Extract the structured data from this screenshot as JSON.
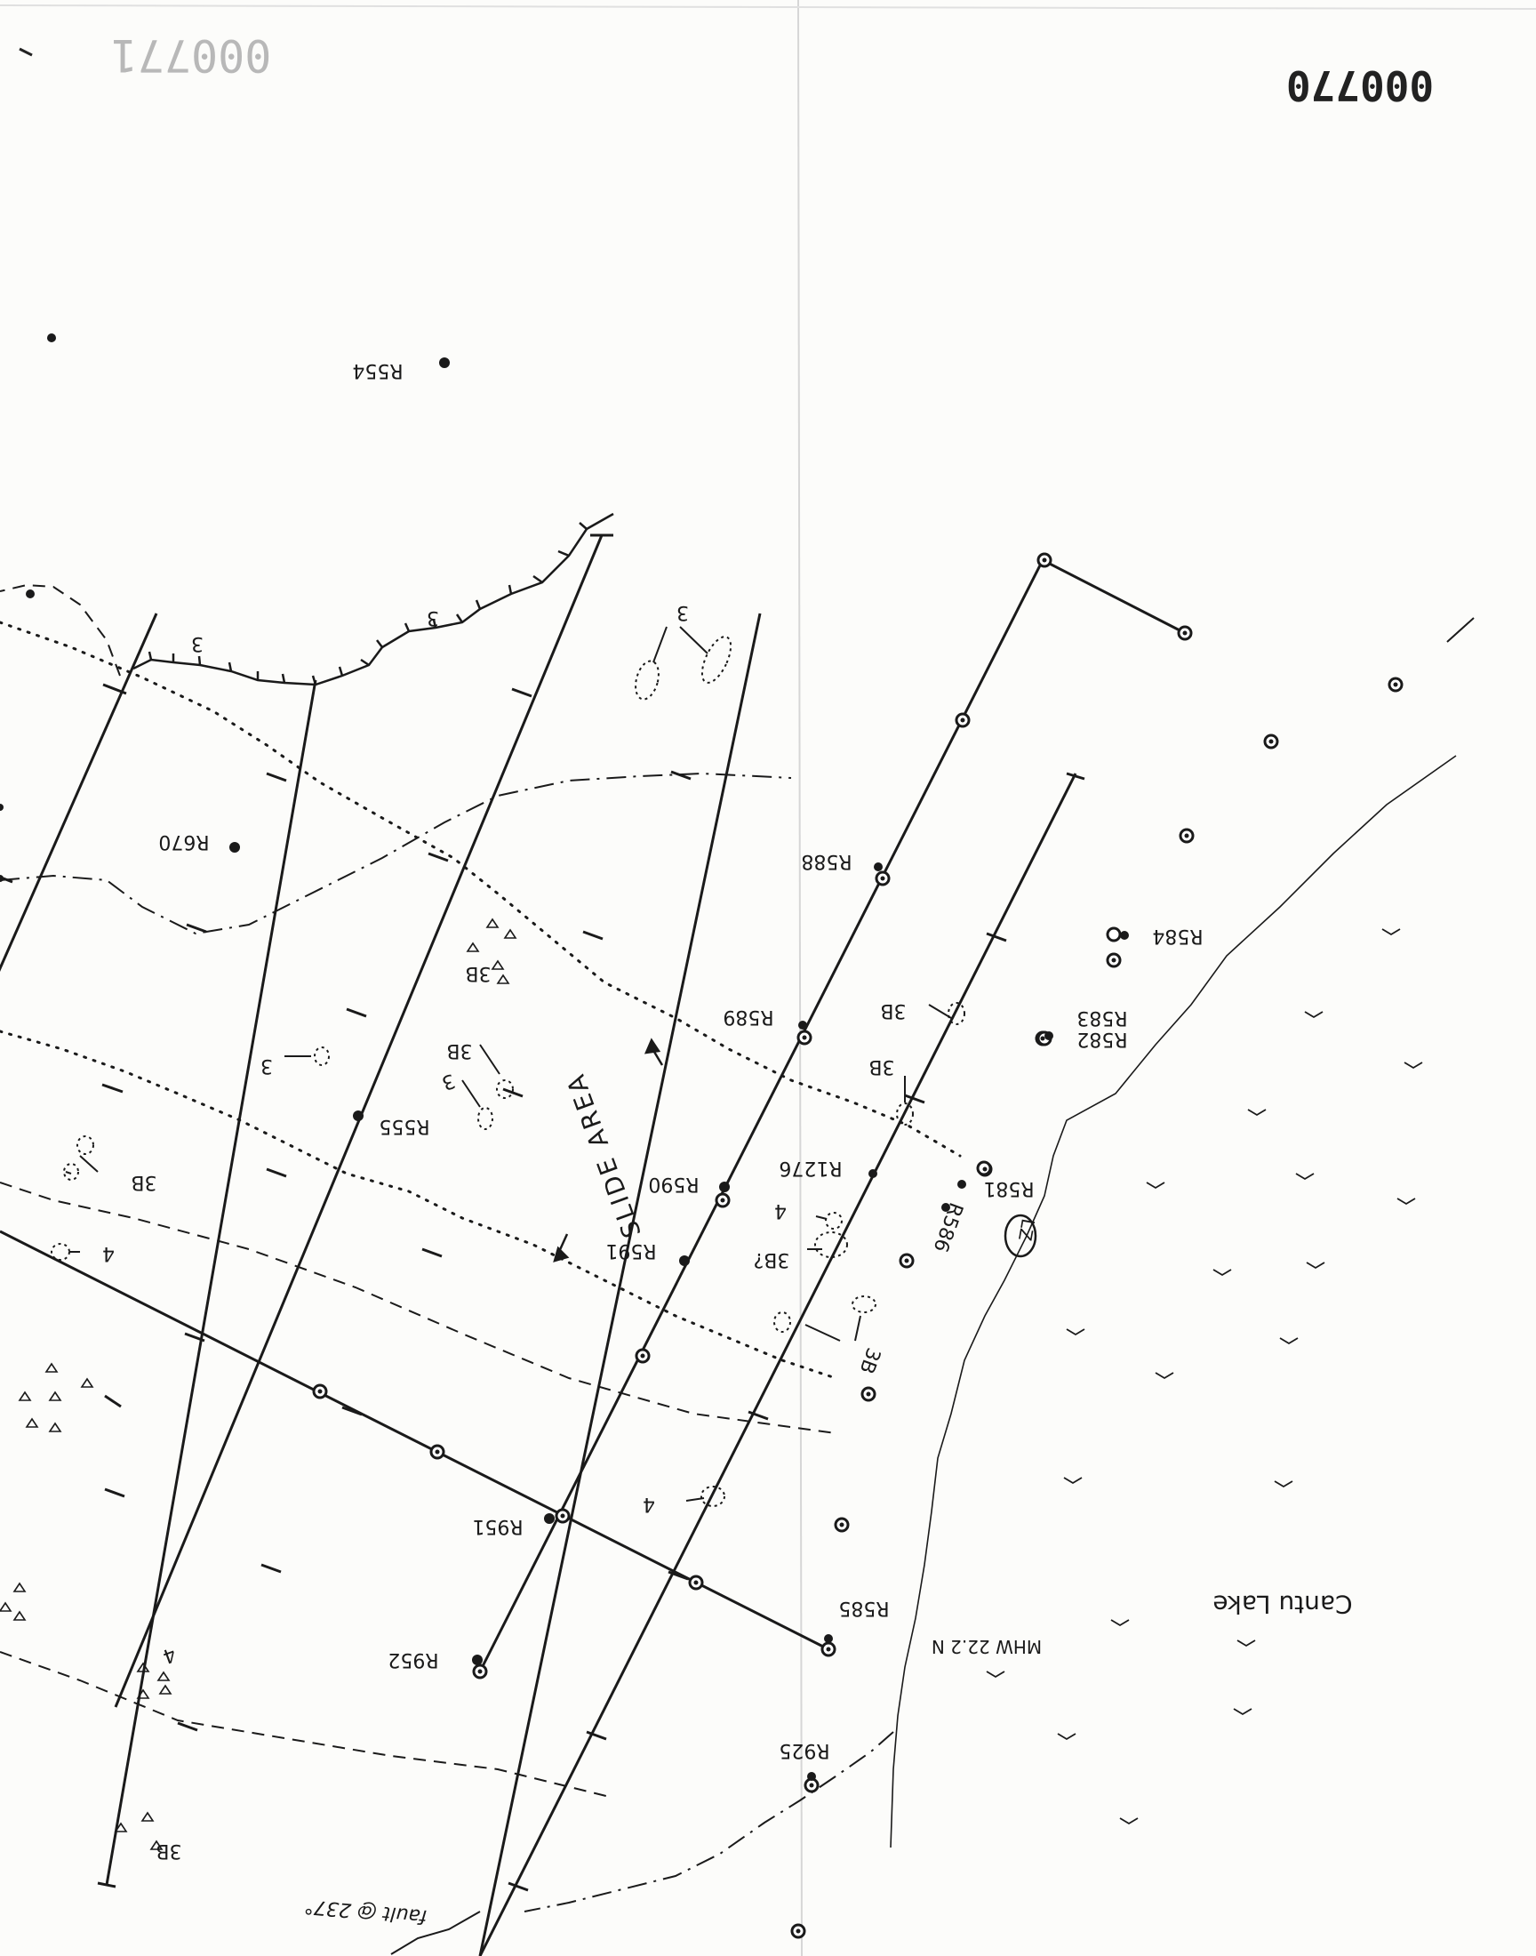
{
  "document": {
    "stamp_number": "000770",
    "stamp_number_faint": "000771"
  },
  "features": {
    "lake_label": "Cantu Lake",
    "shoreline_label": "MHW 22.2 N",
    "slide_area_label": "SLIDE AREA",
    "fault_label": "fault @ 237°",
    "landing_zone_label": "LZ"
  },
  "stations": [
    {
      "id": "R554"
    },
    {
      "id": "R670"
    },
    {
      "id": "R588"
    },
    {
      "id": "R584"
    },
    {
      "id": "R583"
    },
    {
      "id": "R582"
    },
    {
      "id": "R589"
    },
    {
      "id": "R555"
    },
    {
      "id": "R1276"
    },
    {
      "id": "R590"
    },
    {
      "id": "R581"
    },
    {
      "id": "R586"
    },
    {
      "id": "R591"
    },
    {
      "id": "R951"
    },
    {
      "id": "R585"
    },
    {
      "id": "R952"
    },
    {
      "id": "R925"
    }
  ],
  "unit_labels": [
    "3",
    "3",
    "3",
    "3",
    "3B",
    "3B",
    "3B",
    "3B",
    "3B",
    "3B",
    "3B?",
    "3",
    "4",
    "4",
    "4",
    "4",
    "3B"
  ],
  "colors": {
    "ink": "#1a1a1a",
    "paper": "#fcfcfa",
    "stamp_faint": "#b8b8b8"
  }
}
